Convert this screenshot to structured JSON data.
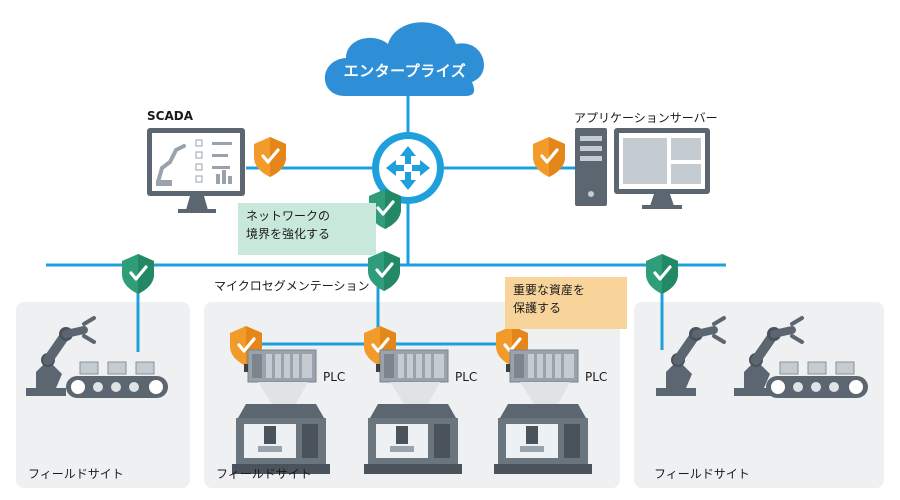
{
  "cloud": {
    "label": "エンタープライズ"
  },
  "nodes": {
    "scada": "SCADA",
    "app_server": "アプリケーションサーバー"
  },
  "callouts": {
    "boundary": [
      "ネットワークの",
      "境界を強化する"
    ],
    "assets": [
      "重要な資産を",
      "保護する"
    ]
  },
  "segmentation_label": "マイクロセグメンテーション",
  "plc_label": "PLC",
  "field_sites": [
    "フィールドサイト",
    "フィールドサイト",
    "フィールドサイト"
  ],
  "colors": {
    "network_line": "#1ea0dc",
    "shield_orange": "#f39b2a",
    "shield_green": "#2f9c7a",
    "panel_bg": "#eef0f2",
    "machine_gray": "#5c6670"
  }
}
